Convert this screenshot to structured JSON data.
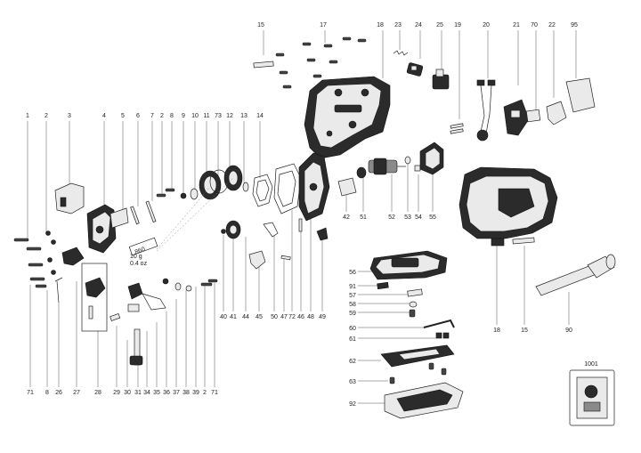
{
  "callouts_top": [
    "15",
    "17",
    "18",
    "23",
    "24",
    "25",
    "19",
    "20",
    "21",
    "70",
    "22",
    "95"
  ],
  "callouts_left_top": [
    "1",
    "2",
    "3",
    "4",
    "5",
    "6",
    "7",
    "8",
    "9",
    "10",
    "11",
    "73",
    "12",
    "13",
    "14"
  ],
  "callouts_bottom": [
    "71",
    "8",
    "26",
    "27",
    "28",
    "29",
    "30",
    "31",
    "34",
    "35",
    "36",
    "37",
    "38",
    "39",
    "2",
    "71",
    "40",
    "41",
    "44",
    "45",
    "50",
    "47",
    "72",
    "46",
    "48",
    "49"
  ],
  "callouts_mid": [
    "42",
    "51",
    "52",
    "53",
    "54",
    "55"
  ],
  "callouts_right": [
    "18",
    "15",
    "90"
  ],
  "callouts_base": [
    "56",
    "91",
    "57",
    "58",
    "59",
    "60",
    "61",
    "62",
    "63",
    "92"
  ],
  "callout_1001": "1001",
  "grease_note": {
    "line1": "860",
    "line2": "10 g",
    "line3": "0.4 oz"
  }
}
